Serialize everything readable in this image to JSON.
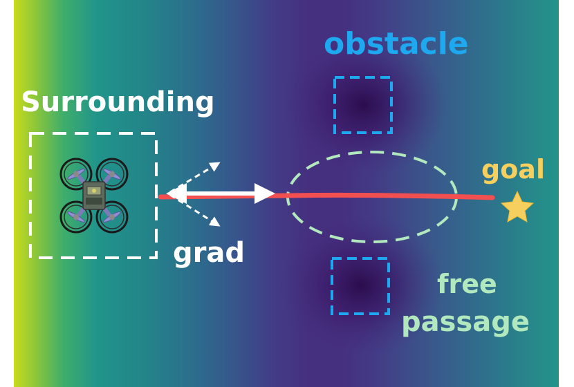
{
  "labels": {
    "surrounding": "Surrounding",
    "obstacle": "obstacle",
    "goal": "goal",
    "grad": "grad",
    "free_line1": "free",
    "free_line2": "passage"
  },
  "colors": {
    "path_red": "#f25050",
    "obstacle_blue": "#1ea8f0",
    "passage_green": "#b2e8bd",
    "goal_gold": "#f7cf5e",
    "arrow_white": "#ffffff",
    "field_low": "#45307f",
    "field_high": "#c8dc1c"
  },
  "icons": {
    "drone": "quadrotor-drone-icon",
    "goal": "star-icon"
  }
}
